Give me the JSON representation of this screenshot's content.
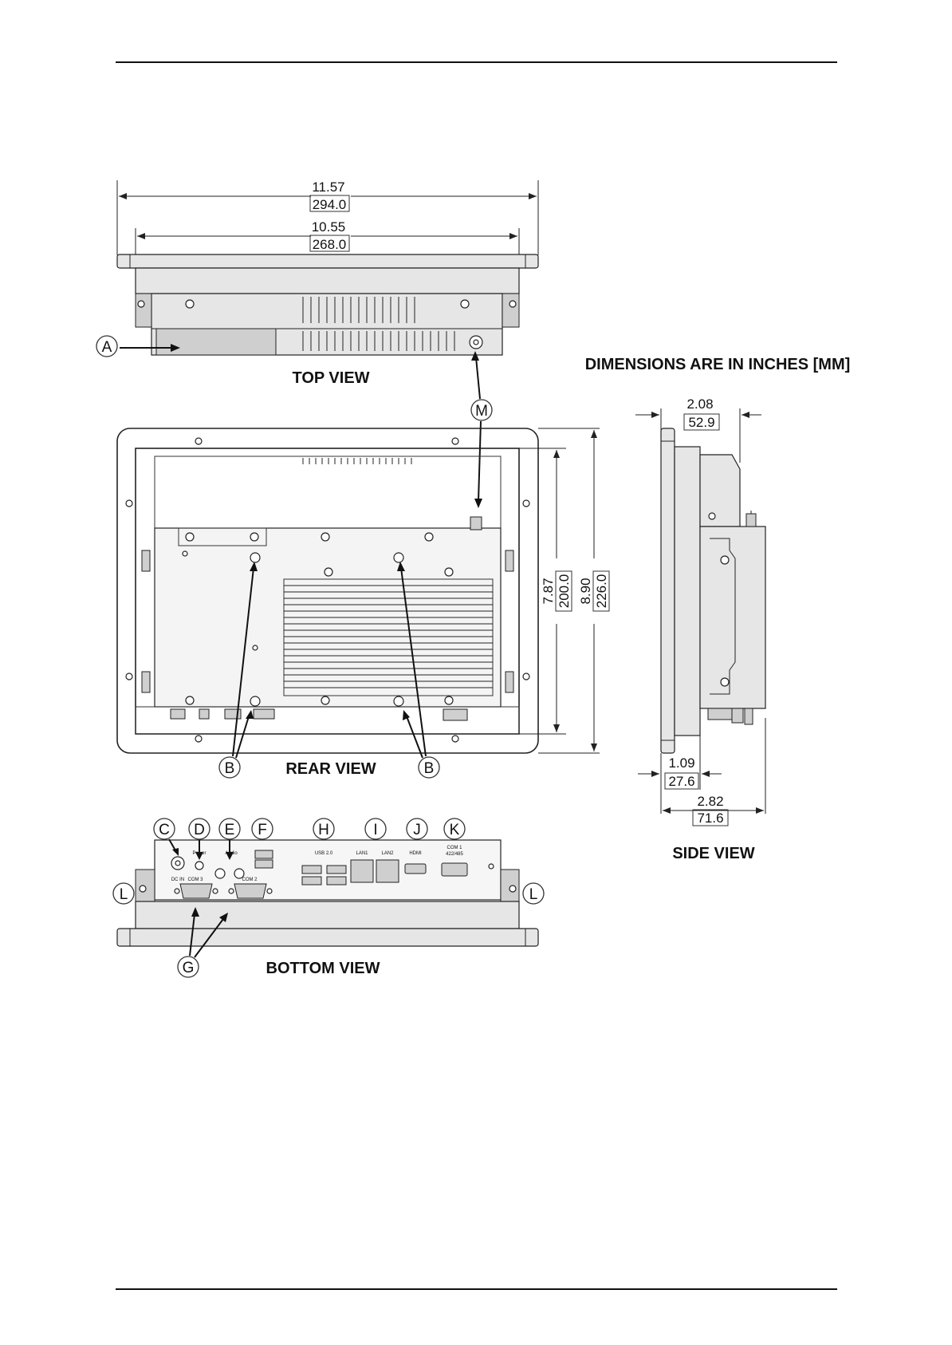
{
  "heading": "DIMENSIONS ARE IN INCHES [MM]",
  "views": {
    "top": "TOP VIEW",
    "rear": "REAR VIEW",
    "bottom": "BOTTOM VIEW",
    "side": "SIDE VIEW"
  },
  "dimensions": {
    "width_outer_in": "11.57",
    "width_outer_mm": "294.0",
    "width_inner_in": "10.55",
    "width_inner_mm": "268.0",
    "height_inner_in": "7.87",
    "height_inner_mm": "200.0",
    "height_outer_in": "8.90",
    "height_outer_mm": "226.0",
    "depth_total_in": "2.08",
    "depth_total_mm": "52.9",
    "bezel_depth_in": "1.09",
    "bezel_depth_mm": "27.6",
    "side_total_in": "2.82",
    "side_total_mm": "71.6"
  },
  "callouts": {
    "a": "A",
    "b": "B",
    "c": "C",
    "d": "D",
    "e": "E",
    "f": "F",
    "g": "G",
    "h": "H",
    "i": "I",
    "j": "J",
    "k": "K",
    "l": "L",
    "m": "M"
  },
  "port_labels": {
    "dc_in": "DC IN",
    "power": "Power",
    "audio": "Audio",
    "com2": "COM 2",
    "com3": "COM 3",
    "usb20": "USB 2.0",
    "lan1": "LAN1",
    "lan2": "LAN2",
    "hdmi": "HDMI",
    "com1": "COM 1",
    "com1_mode": "422/485"
  }
}
